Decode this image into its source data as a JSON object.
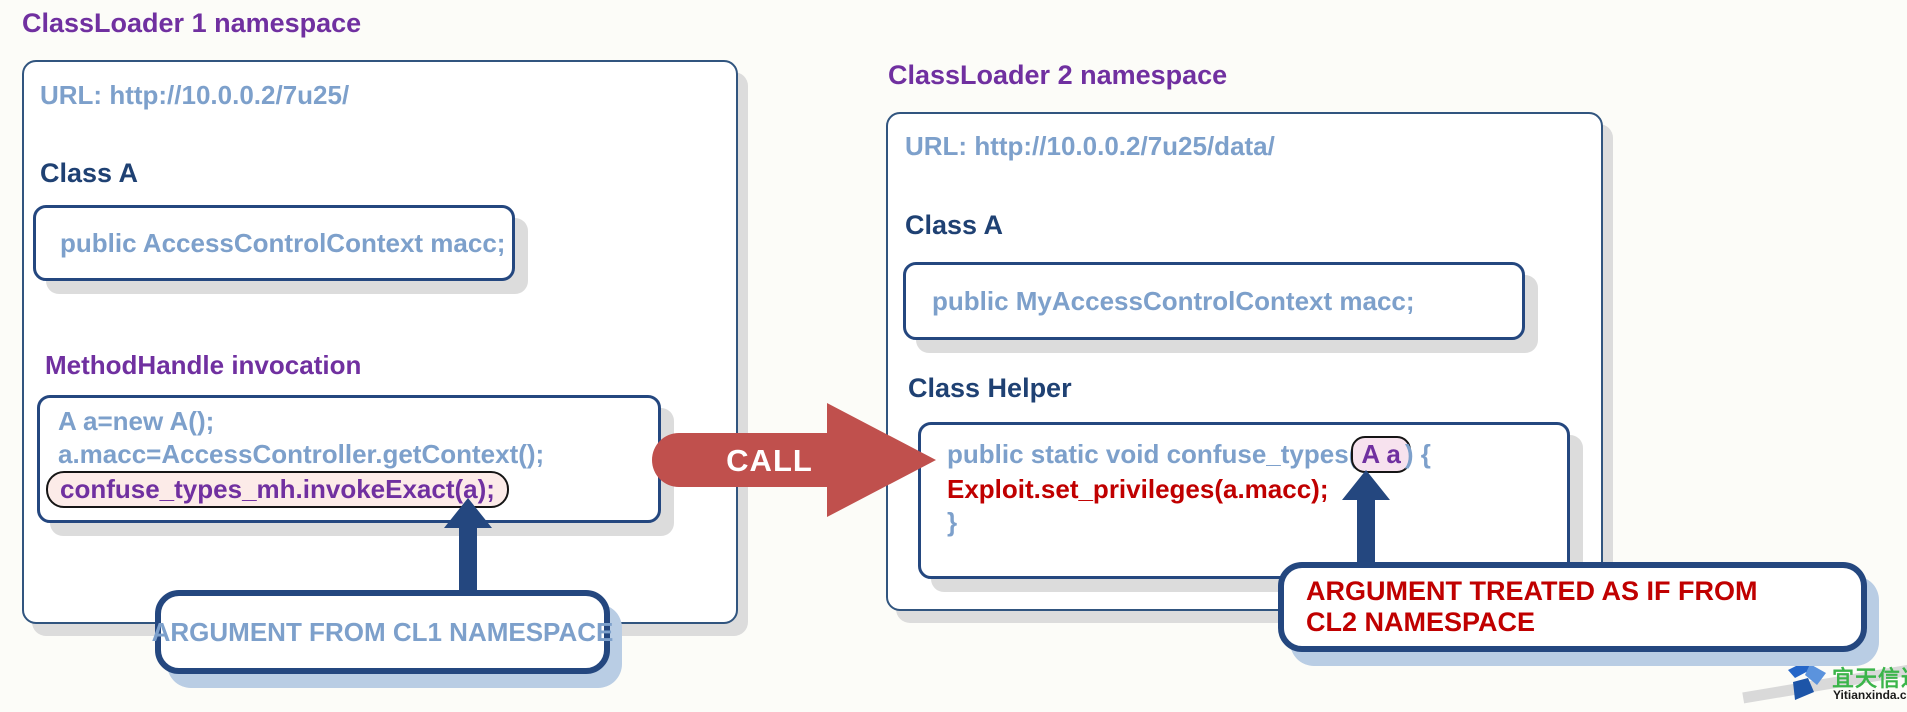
{
  "colors": {
    "title_purple": "#7030a0",
    "heading_navy": "#1f4173",
    "border_navy": "#24477f",
    "code_steel_blue": "#7da0cb",
    "call_arrow_red": "#c0504d",
    "warning_red": "#c00000",
    "highlight_pink": "#fcebe8",
    "box_shadow_gray": "#dcdcdc",
    "annotation_shadow_blue": "#b9cde4"
  },
  "cl1": {
    "title": "ClassLoader 1 namespace",
    "url": "URL: http://10.0.0.2/7u25/",
    "class_a_heading": "Class A",
    "class_a_code": "public AccessControlContext macc;",
    "mh_heading": "MethodHandle invocation",
    "code_line1": "A a=new A();",
    "code_line2": "a.macc=AccessController.getContext();",
    "code_line3": "confuse_types_mh.invokeExact(a);",
    "annotation": "ARGUMENT FROM CL1 NAMESPACE"
  },
  "call_arrow": {
    "label": "CALL"
  },
  "cl2": {
    "title": "ClassLoader 2 namespace",
    "url": "URL: http://10.0.0.2/7u25/data/",
    "class_a_heading": "Class A",
    "class_a_code": "public MyAccessControlContext macc;",
    "helper_heading": "Class Helper",
    "code_line1_prefix": "public static void confuse_types(",
    "code_line1_highlight": "A a",
    "code_line1_suffix": ") {",
    "code_line2": "Exploit.set_privileges(a.macc);",
    "code_line3": "}",
    "annotation_line1": "ARGUMENT TREATED AS IF FROM",
    "annotation_line2": "CL2 NAMESPACE"
  },
  "watermark": {
    "cn_text": "宜天信达",
    "en_text": "Yitianxinda.com"
  }
}
